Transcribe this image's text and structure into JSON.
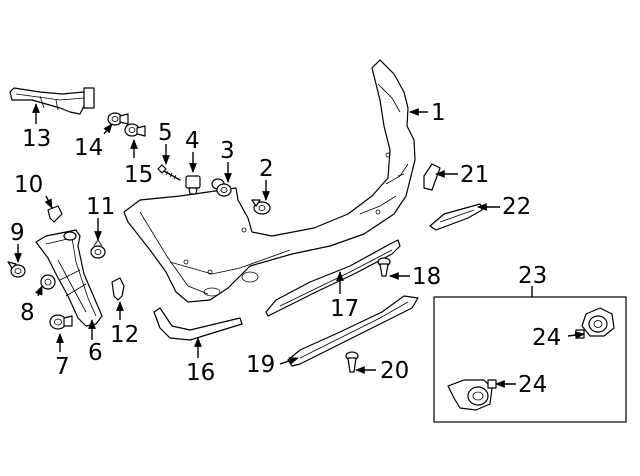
{
  "callouts": {
    "c1": "1",
    "c2": "2",
    "c3": "3",
    "c4": "4",
    "c5": "5",
    "c6": "6",
    "c7": "7",
    "c8": "8",
    "c9": "9",
    "c10": "10",
    "c11": "11",
    "c12": "12",
    "c13": "13",
    "c14": "14",
    "c15": "15",
    "c16": "16",
    "c17": "17",
    "c18": "18",
    "c19": "19",
    "c20": "20",
    "c21": "21",
    "c22": "22",
    "c23": "23",
    "c24a": "24",
    "c24b": "24"
  }
}
